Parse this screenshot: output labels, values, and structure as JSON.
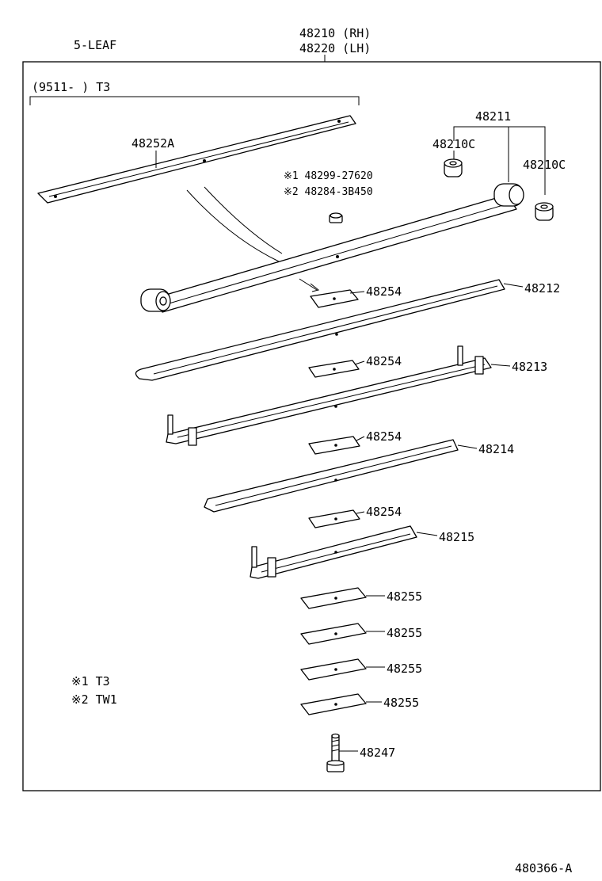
{
  "header": {
    "leaf_count": "5-LEAF",
    "assembly_rh": "48210 (RH)",
    "assembly_lh": "48220 (LH)",
    "range_note": "(9511-      ) T3"
  },
  "parts": {
    "p48252A": "48252A",
    "p48211": "48211",
    "p48210C_a": "48210C",
    "p48210C_b": "48210C",
    "p48299": "※1 48299-27620",
    "p48284": "※2 48284-3B450",
    "p48254_a": "48254",
    "p48254_b": "48254",
    "p48254_c": "48254",
    "p48254_d": "48254",
    "p48212": "48212",
    "p48213": "48213",
    "p48214": "48214",
    "p48215": "48215",
    "p48255_a": "48255",
    "p48255_b": "48255",
    "p48255_c": "48255",
    "p48255_d": "48255",
    "p48247": "48247"
  },
  "legend": {
    "note1": "※1  T3",
    "note2": "※2  TW1"
  },
  "footer": {
    "ref_code": "480366-A"
  }
}
